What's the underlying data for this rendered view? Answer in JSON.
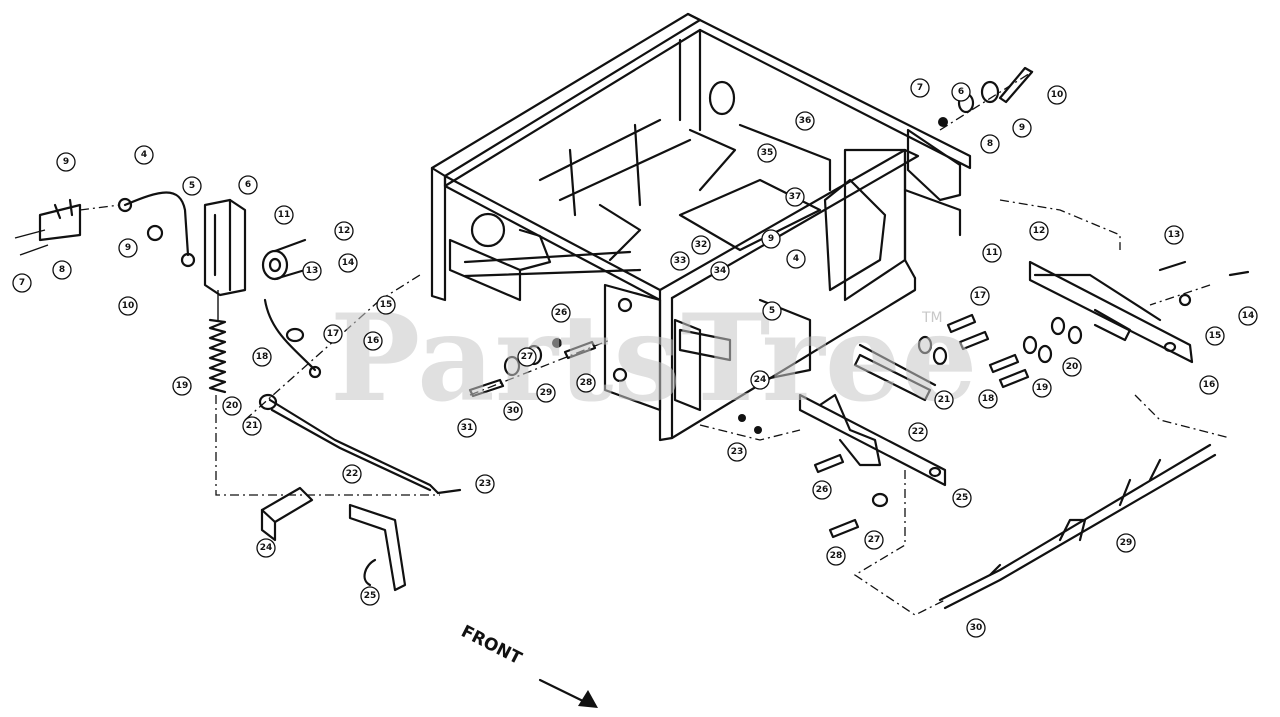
{
  "watermark": {
    "text": "PartsTree",
    "trademark": "TM"
  },
  "direction_label": "FRONT",
  "callouts": [
    "9",
    "4",
    "5",
    "6",
    "7",
    "8",
    "9",
    "10",
    "11",
    "12",
    "13",
    "14",
    "15",
    "16",
    "17",
    "18",
    "19",
    "20",
    "21",
    "22",
    "23",
    "24",
    "25",
    "26",
    "27",
    "28",
    "29",
    "30",
    "31",
    "32",
    "33",
    "34",
    "35",
    "36",
    "37"
  ]
}
